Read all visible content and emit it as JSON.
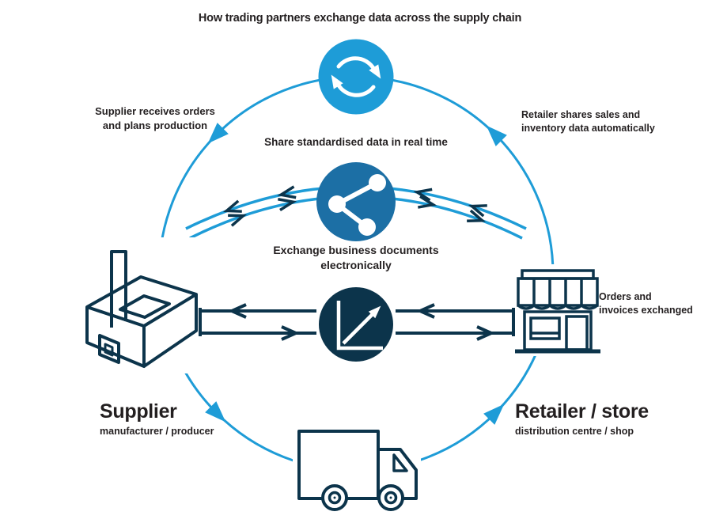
{
  "colors": {
    "light_blue": "#1E9CD7",
    "mid_blue": "#1C6FA5",
    "navy": "#0C344B",
    "text": "#231F20",
    "background": "#FFFFFF"
  },
  "title": "How trading partners exchange data across the supply chain",
  "annotations": {
    "left_note": {
      "line1": "Supplier receives orders",
      "line2": "and plans production"
    },
    "arc_note": "Share standardised data in real time",
    "share_note": {
      "line1": "Exchange business documents",
      "line2": "electronically"
    },
    "right_top_note": {
      "line1": "Retailer shares sales and",
      "line2": "inventory data automatically"
    },
    "right_mid_note": {
      "line1": "Orders and",
      "line2": "invoices exchanged"
    }
  },
  "nodes": {
    "supplier": {
      "title": "Supplier",
      "subtitle": "manufacturer / producer"
    },
    "retailer": {
      "title": "Retailer / store",
      "subtitle": "distribution centre / shop"
    }
  },
  "icons": {
    "top": "sync-icon",
    "upper_middle": "share-icon",
    "center": "growth-chart-icon",
    "left": "factory-icon",
    "right": "storefront-icon",
    "bottom": "delivery-truck-icon"
  }
}
